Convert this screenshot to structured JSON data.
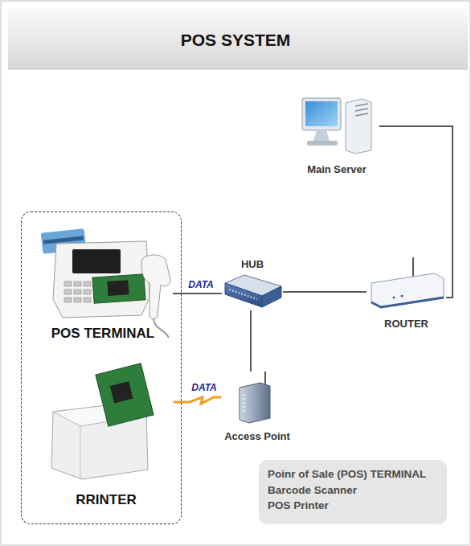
{
  "diagram": {
    "title": "POS SYSTEM",
    "nodes": [
      {
        "text": [
          "Main Server"
        ]
      },
      {
        "text": []
      },
      {
        "text": [
          "POS TERMINAL"
        ],
        "in": 1
      },
      {
        "text": [
          "HUB"
        ]
      },
      {
        "text": [
          "ROUTER"
        ]
      },
      {
        "text": [
          "RRINTER"
        ],
        "in": 1
      },
      {
        "text": [
          "Access Point"
        ]
      },
      {
        "text": [
          "Poinr of Sale (POS) TERMINAL",
          "Barcode Scanner",
          "POS Printer"
        ]
      }
    ],
    "edges": [
      {
        "from": 2,
        "to": 3,
        "label": "DATA",
        "arrow": "none"
      },
      {
        "from": 3,
        "to": 4,
        "arrow": "none"
      },
      {
        "from": 4,
        "to": 0,
        "arrow": "none"
      },
      {
        "from": 3,
        "to": 6,
        "arrow": "none"
      },
      {
        "from": 5,
        "to": 6,
        "label": "DATA",
        "arrow": "none"
      }
    ]
  }
}
